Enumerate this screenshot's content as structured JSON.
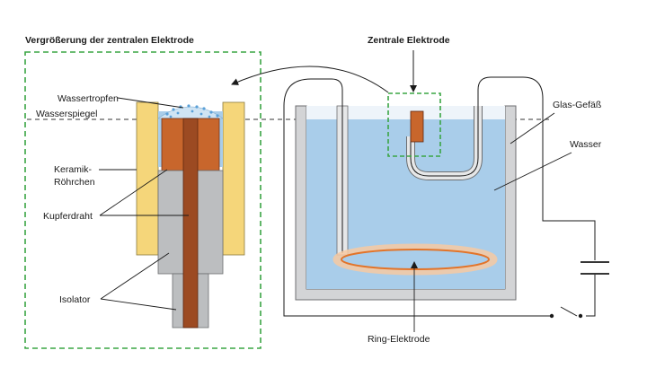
{
  "title_left": "Vergrößerung der zentralen Elektrode",
  "title_right": "Zentrale Elektrode",
  "labels": {
    "wassertropfen": "Wassertropfen",
    "wasserspiegel": "Wasserspiegel",
    "keramik_line1": "Keramik-",
    "keramik_line2": "Röhrchen",
    "kupferdraht": "Kupferdraht",
    "isolator": "Isolator",
    "glas_gefaess": "Glas-Gefäß",
    "wasser": "Wasser",
    "ring_elektrode": "Ring-Elektrode"
  },
  "colors": {
    "dashed_green": "#3aa544",
    "ceramic": "#f5d67a",
    "copper": "#c8662c",
    "copper_dark": "#7a3418",
    "isolator": "#bcbec0",
    "water": "#a9cdea",
    "glass": "#d3d4d6",
    "ring": "#e2742a",
    "ring_glow": "#f7c9a2",
    "wire": "#1a1a1a"
  }
}
